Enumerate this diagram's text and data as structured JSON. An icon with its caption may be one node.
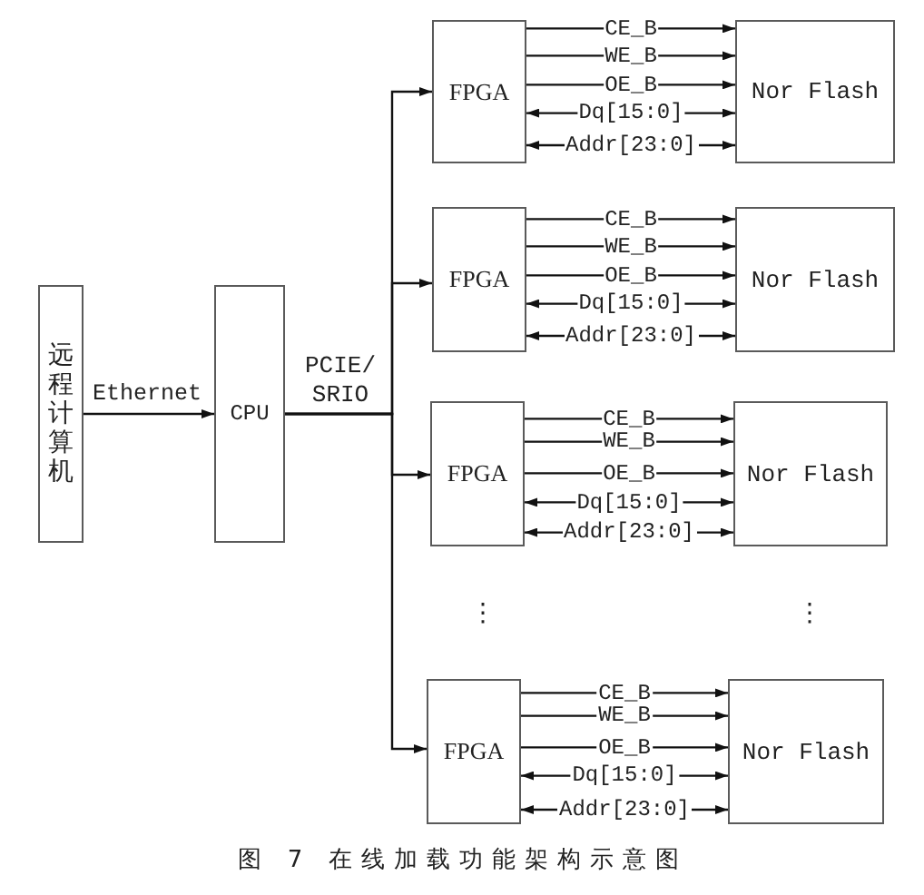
{
  "diagram": {
    "caption": "图 7 在线加载功能架构示意图",
    "nodes": [
      {
        "text": [
          "远程计算机"
        ]
      },
      {
        "text": [
          "CPU"
        ]
      },
      {
        "text": [
          "FPGA"
        ]
      },
      {
        "text": [
          "Nor Flash"
        ]
      },
      {
        "text": [
          "FPGA"
        ]
      },
      {
        "text": [
          "Nor Flash"
        ]
      },
      {
        "text": [
          "FPGA"
        ]
      },
      {
        "text": [
          "Nor Flash"
        ]
      },
      {
        "text": [
          "FPGA"
        ]
      },
      {
        "text": [
          "Nor Flash"
        ]
      }
    ],
    "edges": [
      {
        "from": 0,
        "to": 1,
        "arrow": "to",
        "label": "Ethernet"
      },
      {
        "from": 1,
        "to": 2,
        "arrow": "to",
        "label": "PCIE/ SRIO"
      },
      {
        "from": 1,
        "to": 4,
        "arrow": "to"
      },
      {
        "from": 1,
        "to": 6,
        "arrow": "to"
      },
      {
        "from": 1,
        "to": 8,
        "arrow": "to"
      },
      {
        "from": 2,
        "to": 3,
        "arrow": "to",
        "label": "CE_B"
      },
      {
        "from": 2,
        "to": 3,
        "arrow": "to",
        "label": "WE_B"
      },
      {
        "from": 2,
        "to": 3,
        "arrow": "to",
        "label": "OE_B"
      },
      {
        "from": 2,
        "to": 3,
        "arrow": "both",
        "label": "Dq[15:0]"
      },
      {
        "from": 2,
        "to": 3,
        "arrow": "both",
        "label": "Addr[23:0]"
      },
      {
        "from": 4,
        "to": 5,
        "arrow": "to",
        "label": "CE_B"
      },
      {
        "from": 4,
        "to": 5,
        "arrow": "to",
        "label": "WE_B"
      },
      {
        "from": 4,
        "to": 5,
        "arrow": "to",
        "label": "OE_B"
      },
      {
        "from": 4,
        "to": 5,
        "arrow": "both",
        "label": "Dq[15:0]"
      },
      {
        "from": 4,
        "to": 5,
        "arrow": "both",
        "label": "Addr[23:0]"
      },
      {
        "from": 6,
        "to": 7,
        "arrow": "to",
        "label": "CE_B"
      },
      {
        "from": 6,
        "to": 7,
        "arrow": "to",
        "label": "WE_B"
      },
      {
        "from": 6,
        "to": 7,
        "arrow": "to",
        "label": "OE_B"
      },
      {
        "from": 6,
        "to": 7,
        "arrow": "both",
        "label": "Dq[15:0]"
      },
      {
        "from": 6,
        "to": 7,
        "arrow": "both",
        "label": "Addr[23:0]"
      },
      {
        "from": 8,
        "to": 9,
        "arrow": "to",
        "label": "CE_B"
      },
      {
        "from": 8,
        "to": 9,
        "arrow": "to",
        "label": "WE_B"
      },
      {
        "from": 8,
        "to": 9,
        "arrow": "to",
        "label": "OE_B"
      },
      {
        "from": 8,
        "to": 9,
        "arrow": "both",
        "label": "Dq[15:0]"
      },
      {
        "from": 8,
        "to": 9,
        "arrow": "both",
        "label": "Addr[23:0]"
      }
    ],
    "labels": [
      "⋮",
      "⋮"
    ]
  }
}
